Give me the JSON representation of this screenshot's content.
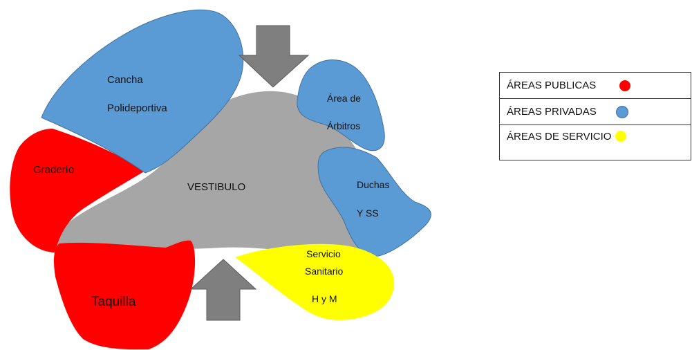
{
  "colors": {
    "public": "#ff0000",
    "private": "#5b9bd5",
    "service": "#ffff00",
    "lobby": "#a6a6a6",
    "arrow": "#7f7f7f"
  },
  "areas": {
    "cancha_line1": "Cancha",
    "cancha_line2": "Polideportiva",
    "graderio": "Graderío",
    "vestibulo": "VESTIBULO",
    "arbitros_line1": "Área de",
    "arbitros_line2": "Árbitros",
    "duchas_line1": "Duchas",
    "duchas_line2": "Y SS",
    "servicio_line1": "Servicio",
    "servicio_line2": "Sanitario",
    "servicio_line3": "H y M",
    "taquilla": "Taquilla"
  },
  "legend": {
    "items": [
      {
        "label": "ÁREAS PUBLICAS",
        "color": "#ff0000"
      },
      {
        "label": "ÁREAS PRIVADAS",
        "color": "#5b9bd5"
      },
      {
        "label": "ÁREAS DE SERVICIO",
        "color": "#ffff00"
      }
    ]
  },
  "icons": {
    "top_arrow": "arrow-down-icon",
    "bottom_arrow": "arrow-up-icon"
  }
}
